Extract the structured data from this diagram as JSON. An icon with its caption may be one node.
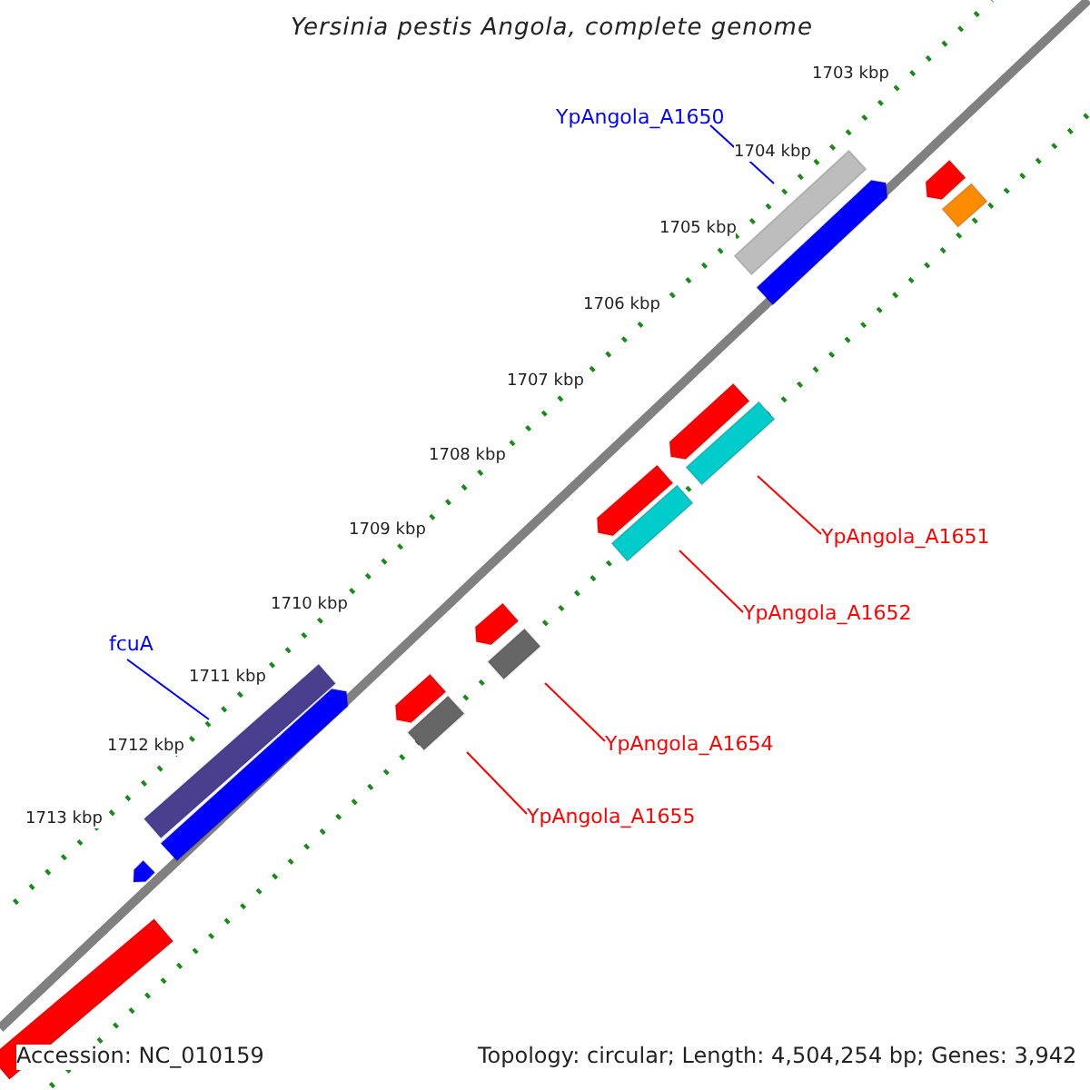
{
  "diagram": {
    "title": "Yersinia pestis Angola, complete genome",
    "nodes": [
      {
        "text": [
          "YpAngola_A1650"
        ]
      },
      {
        "text": [],
        "shape": "bar"
      },
      {
        "text": [
          "fcuA"
        ]
      },
      {
        "text": [],
        "shape": "bar"
      },
      {
        "text": [
          "YpAngola_A1651"
        ]
      },
      {
        "text": [],
        "shape": "bar"
      },
      {
        "text": [
          "YpAngola_A1652"
        ]
      },
      {
        "text": [],
        "shape": "bar"
      },
      {
        "text": [
          "YpAngola_A1654"
        ]
      },
      {
        "text": [],
        "shape": "bar"
      },
      {
        "text": [
          "YpAngola_A1655"
        ]
      },
      {
        "text": [],
        "shape": "bar"
      },
      {
        "text": [],
        "shape": "bar"
      },
      {
        "text": [],
        "shape": "bar"
      },
      {
        "text": [],
        "shape": "bar"
      },
      {
        "text": [],
        "shape": "bar"
      },
      {
        "text": [],
        "shape": "bar"
      },
      {
        "text": [],
        "shape": "bar"
      },
      {
        "text": [],
        "shape": "bar"
      },
      {
        "text": [],
        "shape": "bar"
      },
      {
        "text": [],
        "shape": "bar"
      },
      {
        "text": [],
        "shape": "bar"
      }
    ],
    "edges": [
      {
        "from": 0,
        "to": 1,
        "arrow": "none",
        "color": "#0000ff"
      },
      {
        "from": 2,
        "to": 3,
        "arrow": "none",
        "color": "#0000ff"
      },
      {
        "from": 4,
        "to": 5,
        "arrow": "none"
      },
      {
        "from": 6,
        "to": 7,
        "arrow": "none"
      },
      {
        "from": 8,
        "to": 9,
        "arrow": "none"
      },
      {
        "from": 10,
        "to": 11,
        "arrow": "none"
      }
    ],
    "labels": [
      "1703 kbp",
      "1704 kbp",
      "1705 kbp",
      "1706 kbp",
      "1707 kbp",
      "1708 kbp",
      "1709 kbp",
      "1710 kbp",
      "1711 kbp",
      "1712 kbp",
      "1713 kbp",
      "Accession: NC_010159",
      "Topology: circular; Length: 4,504,254 bp; Genes: 3,942"
    ]
  }
}
